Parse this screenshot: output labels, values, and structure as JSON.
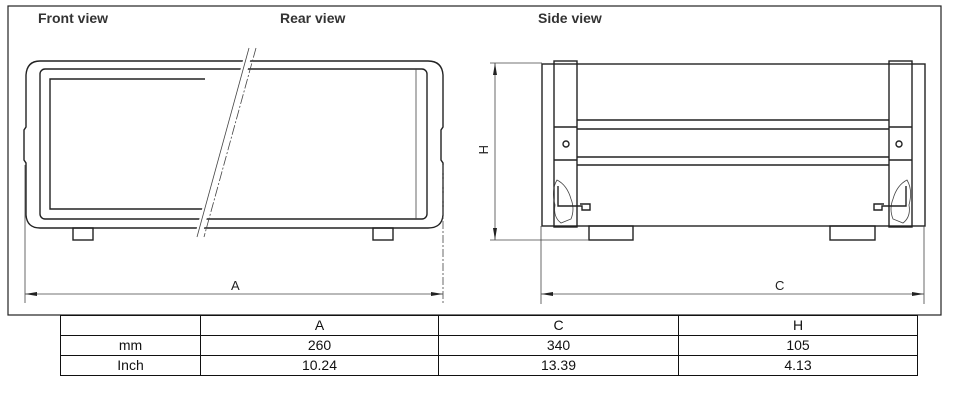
{
  "views": {
    "front": "Front view",
    "rear": "Rear view",
    "side": "Side view"
  },
  "dimension_labels": {
    "a": "A",
    "c": "C",
    "h": "H"
  },
  "table": {
    "headers": [
      "",
      "A",
      "C",
      "H"
    ],
    "rows": [
      {
        "unit": "mm",
        "a": "260",
        "c": "340",
        "h": "105"
      },
      {
        "unit": "Inch",
        "a": "10.24",
        "c": "13.39",
        "h": "4.13"
      }
    ]
  }
}
